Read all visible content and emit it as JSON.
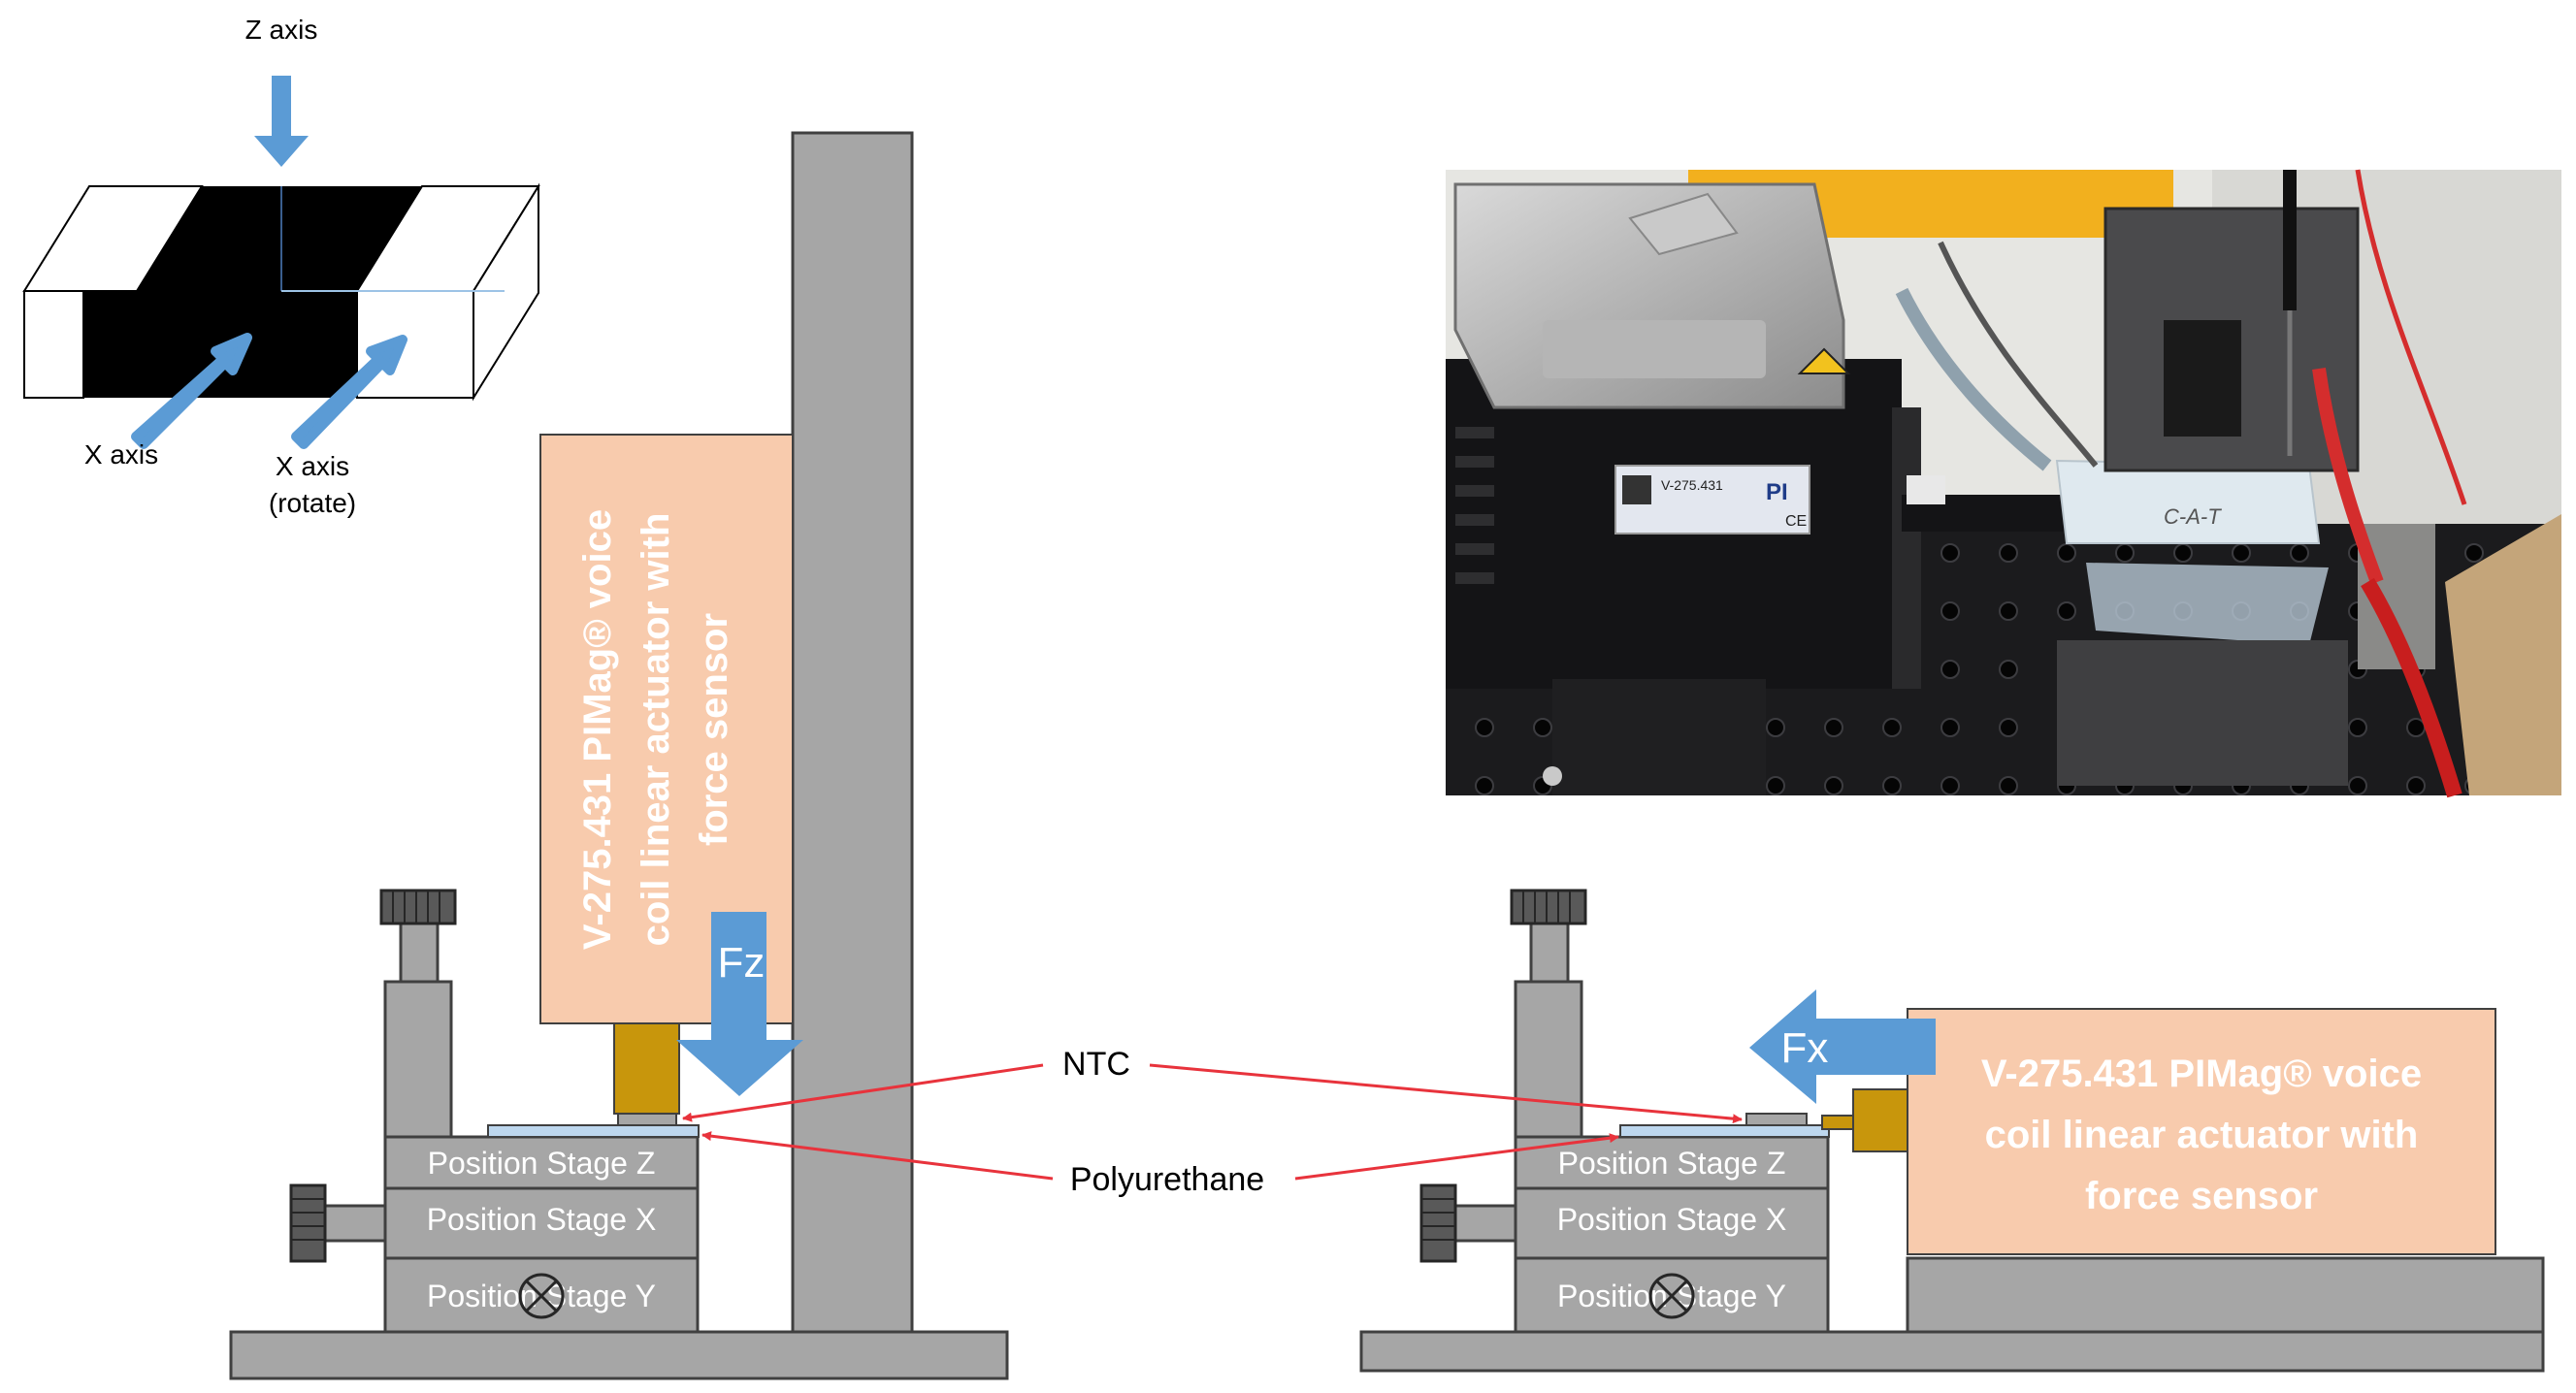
{
  "axes_inset": {
    "z_label": "Z axis",
    "x_label": "X axis",
    "x_rotate_label": "X axis",
    "x_rotate_sub": "(rotate)"
  },
  "left_setup": {
    "actuator_text": [
      "V-275.431 PIMag® voice",
      "coil linear actuator with",
      "force sensor"
    ],
    "force_label": "Fz",
    "stage_z": "Position Stage Z",
    "stage_x": "Position Stage X",
    "stage_y": "Position Stage Y"
  },
  "right_setup": {
    "actuator_text": [
      "V-275.431 PIMag® voice",
      "coil linear actuator with",
      "force sensor"
    ],
    "force_label": "Fx",
    "stage_z": "Position Stage Z",
    "stage_x": "Position Stage X",
    "stage_y": "Position Stage Y"
  },
  "callouts": {
    "ntc": "NTC",
    "polyurethane": "Polyurethane"
  },
  "photo": {
    "label_box": "V-275.431",
    "brand": "PI",
    "ce_mark": "CE",
    "tag": "C-A-T"
  },
  "colors": {
    "gray": "#a6a6a6",
    "outline": "#404040",
    "actuator": "#f8cbad",
    "blue_arrow": "#5b9bd5",
    "brass": "#c8960c",
    "polyurethane": "#bdd7ee",
    "callout_red": "#e8333c"
  }
}
